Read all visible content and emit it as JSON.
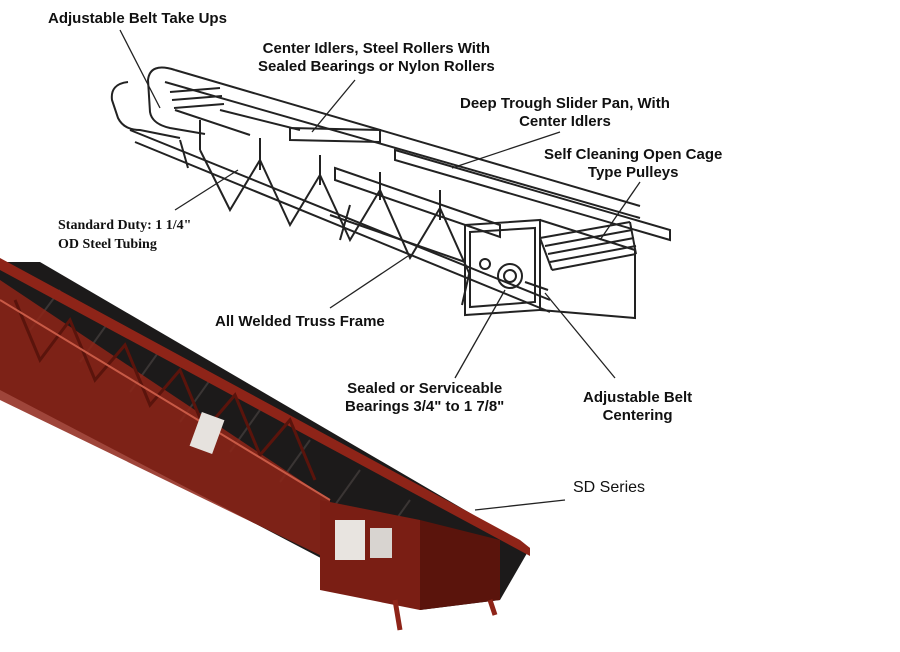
{
  "labels": {
    "belt_take_ups": "Adjustable Belt Take Ups",
    "center_idlers": "Center Idlers, Steel Rollers With\nSealed Bearings or Nylon Rollers",
    "slider_pan": "Deep Trough Slider Pan, With\nCenter Idlers",
    "open_cage": "Self Cleaning Open Cage\nType Pulleys",
    "tubing": "Standard Duty: 1 1/4\"\nOD Steel Tubing",
    "truss_frame": "All Welded Truss Frame",
    "bearings": "Sealed or Serviceable\nBearings 3/4\" to 1 7/8\"",
    "belt_centering": "Adjustable Belt\nCentering",
    "series": "SD Series"
  },
  "colors": {
    "frame_red": "#8e2418",
    "frame_dark": "#5a140c",
    "belt_black": "#1c1a1a",
    "line_art": "#222222"
  }
}
